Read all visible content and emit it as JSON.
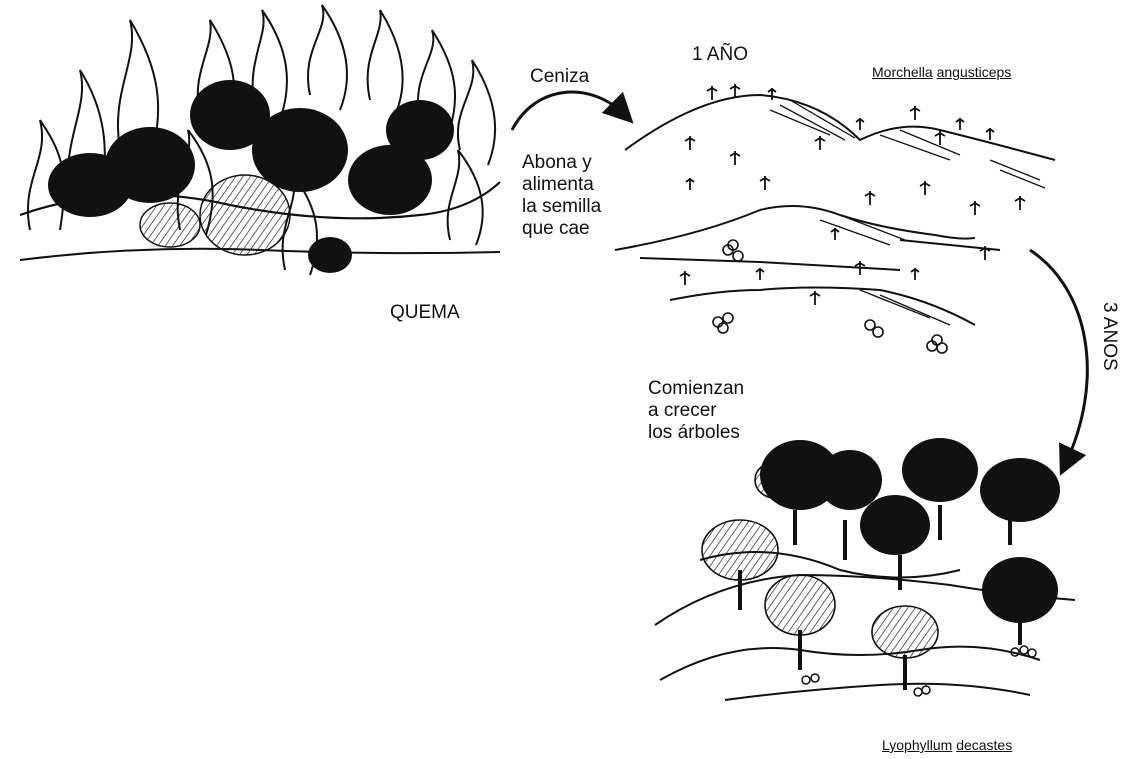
{
  "labels": {
    "burn": "QUEMA",
    "ash": "Ceniza",
    "fertilize": [
      "Abona y",
      "alimenta",
      "la semilla",
      "que cae"
    ],
    "one_year": "1 AÑO",
    "three_years": "3 ANOS",
    "trees_grow": [
      "Comienzan",
      "a crecer",
      "los árboles"
    ]
  },
  "species": {
    "first": {
      "genus": "Morchella",
      "epithet": "angusticeps"
    },
    "second": {
      "genus": "Lyophyllum",
      "epithet": "decastes"
    }
  },
  "colors": {
    "ink": "#111111",
    "paper": "#ffffff"
  }
}
